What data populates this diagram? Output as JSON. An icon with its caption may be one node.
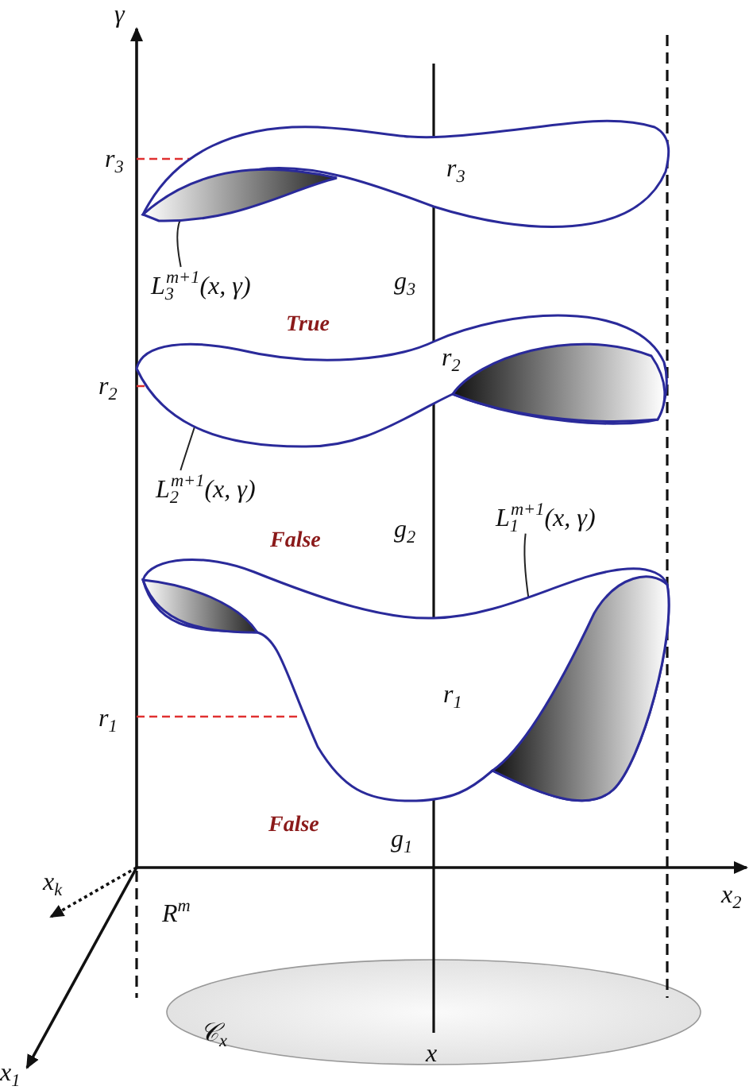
{
  "diagram": {
    "nodes": [
      {
        "text": [
          "L$_{3}$$^{m+1}$(x, γ)"
        ]
      },
      {
        "text": [],
        "shape": "surface"
      },
      {
        "text": [
          "L$_{2}$$^{m+1}$(x, γ)"
        ]
      },
      {
        "text": [],
        "shape": "surface"
      },
      {
        "text": [
          "L$_{1}$$^{m+1}$(x, γ)"
        ]
      },
      {
        "text": [],
        "shape": "surface"
      }
    ],
    "edges": [
      {
        "from": 0,
        "to": 1,
        "arrow": "none"
      },
      {
        "from": 2,
        "to": 3,
        "arrow": "none"
      },
      {
        "from": 4,
        "to": 5,
        "arrow": "none"
      }
    ],
    "labels": [
      "γ",
      "r$_{3}$",
      "r$_{3}$",
      "g$_{3}$",
      "True",
      "r$_{2}$",
      "r$_{2}$",
      "g$_{2}$",
      "False",
      "r$_{1}$",
      "r$_{1}$",
      "False",
      "g$_{1}$",
      "x$_{k}$",
      "x$_{2}$",
      "R$^{m}$",
      "𝒞$_{x}$",
      "x$_{1}$",
      "x"
    ]
  }
}
